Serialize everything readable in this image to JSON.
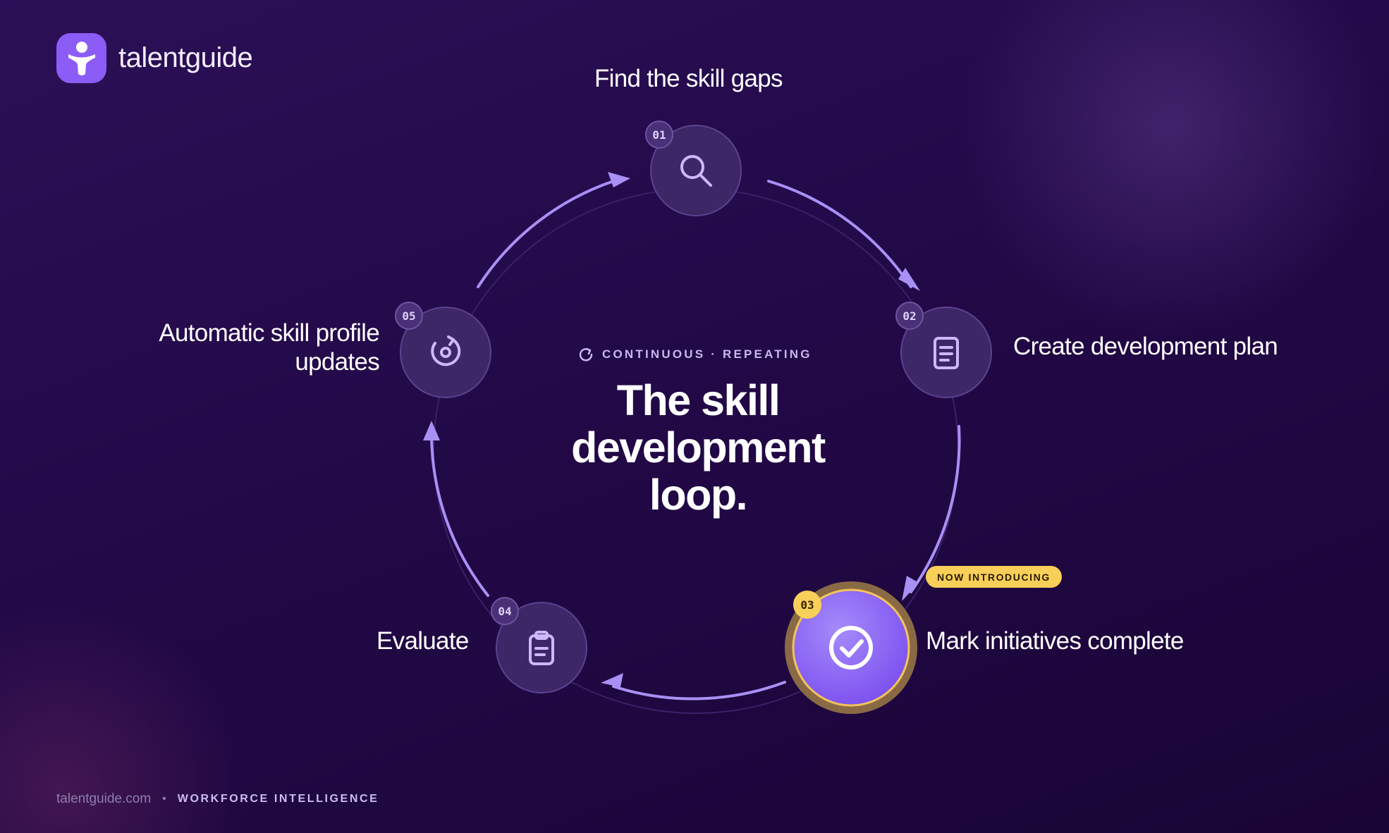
{
  "brand": {
    "name": "talentguide",
    "logo_icon": "person-icon",
    "accent": "#8b5cf6"
  },
  "center": {
    "kicker": "CONTINUOUS · REPEATING",
    "kicker_icon": "refresh-icon",
    "title_lines": [
      "The skill",
      "development",
      "loop."
    ]
  },
  "steps": [
    {
      "number": "01",
      "label": "Find the skill gaps",
      "icon": "search-icon"
    },
    {
      "number": "02",
      "label": "Create development plan",
      "icon": "document-icon"
    },
    {
      "number": "03",
      "label": "Mark initiatives complete",
      "icon": "check-circle-icon",
      "highlighted": true,
      "badge": "NOW INTRODUCING"
    },
    {
      "number": "04",
      "label": "Evaluate",
      "icon": "clipboard-icon"
    },
    {
      "number": "05",
      "label_lines": [
        "Automatic skill profile",
        "updates"
      ],
      "icon": "refresh-target-icon"
    }
  ],
  "footer": {
    "url": "talentguide.com",
    "separator": "•",
    "tagline": "WORKFORCE INTELLIGENCE"
  },
  "colors": {
    "arrow": "#a990f5",
    "node_fill": "#3d2766",
    "highlight_ring": "#e8b84a",
    "highlight_fill": "#8b5cf6",
    "badge_gold": "#f8cf58"
  }
}
